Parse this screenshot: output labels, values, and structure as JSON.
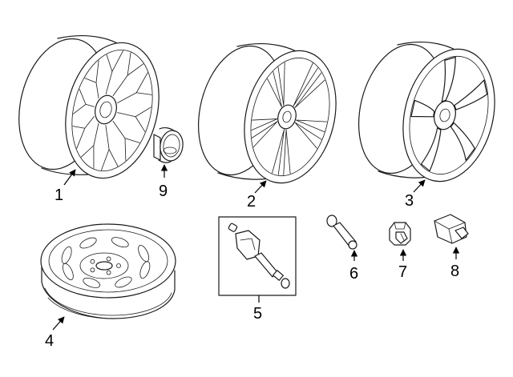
{
  "callouts": {
    "c1": "1",
    "c2": "2",
    "c3": "3",
    "c4": "4",
    "c5": "5",
    "c6": "6",
    "c7": "7",
    "c8": "8",
    "c9": "9"
  },
  "parts": [
    {
      "number": "1",
      "part": "alloy-wheel-multi-spoke"
    },
    {
      "number": "2",
      "part": "alloy-wheel-split-spoke"
    },
    {
      "number": "3",
      "part": "alloy-wheel-five-spoke"
    },
    {
      "number": "4",
      "part": "spare-steel-wheel"
    },
    {
      "number": "5",
      "part": "tire-pressure-sensor"
    },
    {
      "number": "6",
      "part": "valve-stem"
    },
    {
      "number": "7",
      "part": "lug-nut"
    },
    {
      "number": "8",
      "part": "locking-lug-nut"
    },
    {
      "number": "9",
      "part": "center-cap"
    }
  ],
  "colors": {
    "line": "#1a1a1a",
    "background": "#ffffff"
  }
}
